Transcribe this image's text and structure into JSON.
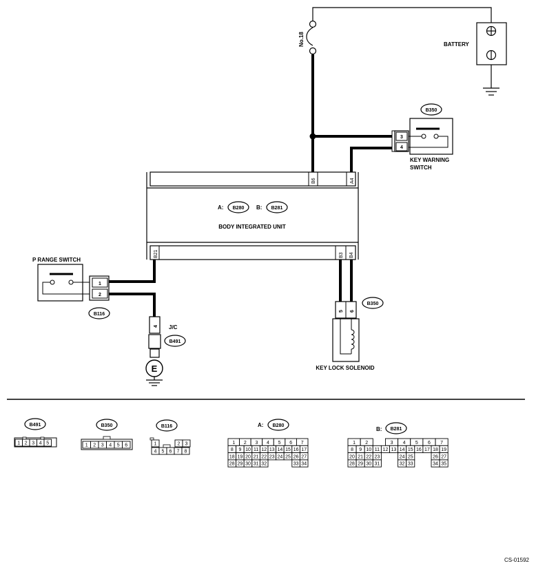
{
  "fuse": {
    "label": "No.18"
  },
  "battery": {
    "label": "BATTERY",
    "plus": "+",
    "minus": "−"
  },
  "key_warning_switch": {
    "connector": "B350",
    "pins": [
      "3",
      "4"
    ],
    "label_line1": "KEY WARNING",
    "label_line2": "SWITCH"
  },
  "body_integrated_unit": {
    "label": "BODY INTEGRATED UNIT",
    "conn_a_prefix": "A:",
    "conn_a": "B280",
    "conn_b_prefix": "B:",
    "conn_b": "B281",
    "top_pins": [
      "B6",
      "A4"
    ],
    "bottom_pins": [
      "B21",
      "B3",
      "B4"
    ]
  },
  "p_range_switch": {
    "label": "P RANGE SWITCH",
    "connector": "B116",
    "pins": [
      "1",
      "2"
    ]
  },
  "joint_connector": {
    "label": "J/C",
    "connector": "B491",
    "pin": "4",
    "ground": "E"
  },
  "key_lock_solenoid": {
    "label": "KEY LOCK SOLENOID",
    "connector": "B350",
    "pins": [
      "5",
      "6"
    ]
  },
  "connector_views": {
    "b491": {
      "title": "B491",
      "cells": [
        "1",
        "2",
        "3",
        "4",
        "5"
      ]
    },
    "b350": {
      "title": "B350",
      "cells": [
        "1",
        "2",
        "3",
        "4",
        "5",
        "6"
      ]
    },
    "b116": {
      "title": "B116",
      "row1": [
        "1",
        "2",
        "3"
      ],
      "row2": [
        "4",
        "5",
        "6",
        "7",
        "8"
      ]
    },
    "b280": {
      "prefix": "A:",
      "title": "B280",
      "rows": [
        [
          "1",
          "2",
          "3",
          "4",
          "5",
          "6",
          "7"
        ],
        [
          "8",
          "9",
          "10",
          "11",
          "12",
          "13",
          "14",
          "15",
          "16",
          "17"
        ],
        [
          "18",
          "19",
          "20",
          "21",
          "22",
          "23",
          "24",
          "25",
          "26",
          "27"
        ],
        [
          "28",
          "29",
          "30",
          "31",
          "32",
          "33",
          "34"
        ]
      ]
    },
    "b281": {
      "prefix": "B:",
      "title": "B281",
      "rows": [
        [
          "1",
          "2",
          "3",
          "4",
          "5",
          "6",
          "7"
        ],
        [
          "8",
          "9",
          "10",
          "11",
          "12",
          "13",
          "14",
          "15",
          "16",
          "17",
          "18",
          "19"
        ],
        [
          "20",
          "21",
          "22",
          "23",
          "24",
          "25",
          "26",
          "27"
        ],
        [
          "28",
          "29",
          "30",
          "31",
          "32",
          "33",
          "34",
          "35"
        ]
      ]
    }
  },
  "figure_id": "CS-01592"
}
